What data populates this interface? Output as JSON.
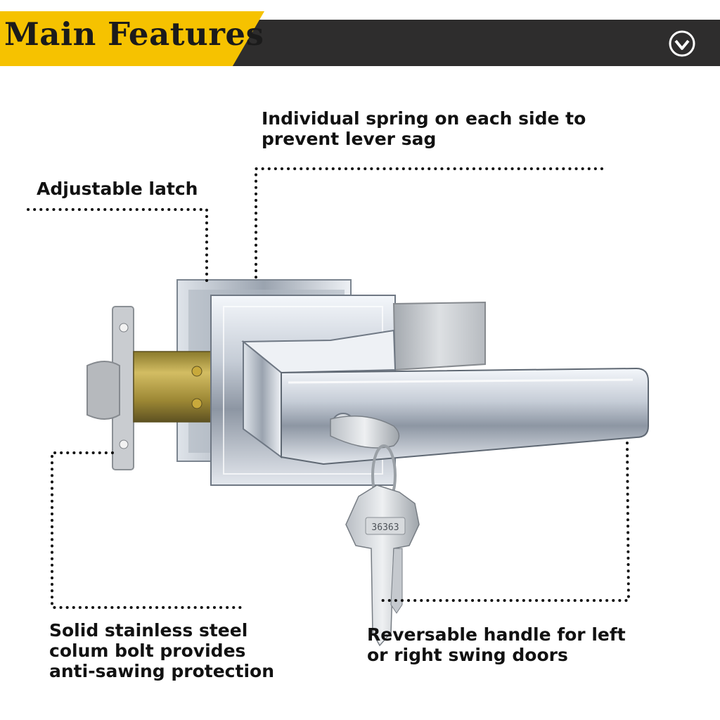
{
  "banner": {
    "title": "Main Features",
    "accent": "#f6c200",
    "dark": "#2e2d2d",
    "icon": "chevron-down-circle-icon"
  },
  "features": {
    "spring": {
      "lines": [
        "Individual spring on each side to",
        "prevent lever sag"
      ]
    },
    "latch": {
      "lines": [
        "Adjustable latch"
      ]
    },
    "bolt": {
      "lines": [
        "Solid stainless steel",
        "colum bolt provides",
        "anti-sawing protection"
      ]
    },
    "handle": {
      "lines": [
        "Reversable handle for left",
        "or right swing doors"
      ]
    }
  },
  "key": {
    "number": "36363"
  }
}
